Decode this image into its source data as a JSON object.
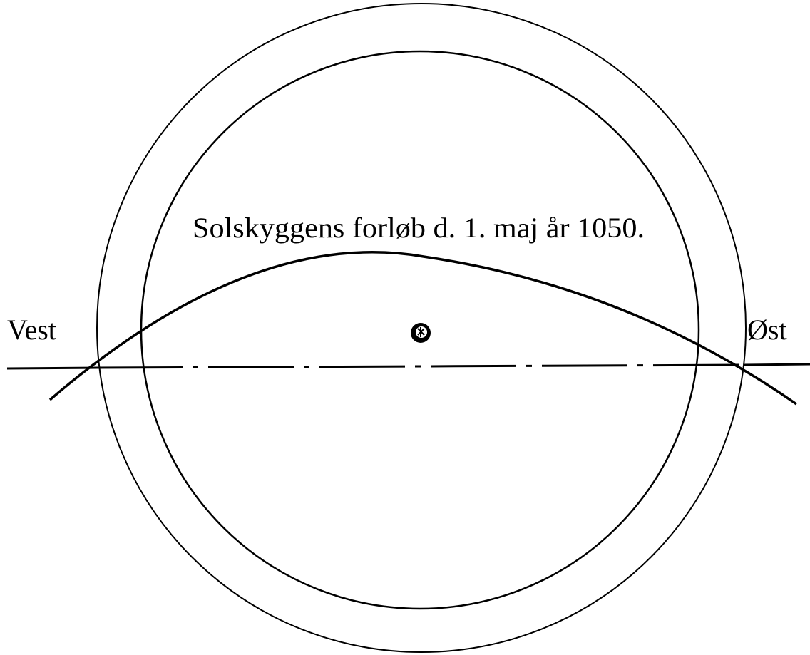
{
  "diagram": {
    "title": "Solskyggens forløb d. 1. maj år 1050.",
    "labels": {
      "west": "Vest",
      "east": "Øst"
    },
    "colors": {
      "stroke": "#000000",
      "background": "#ffffff"
    }
  }
}
